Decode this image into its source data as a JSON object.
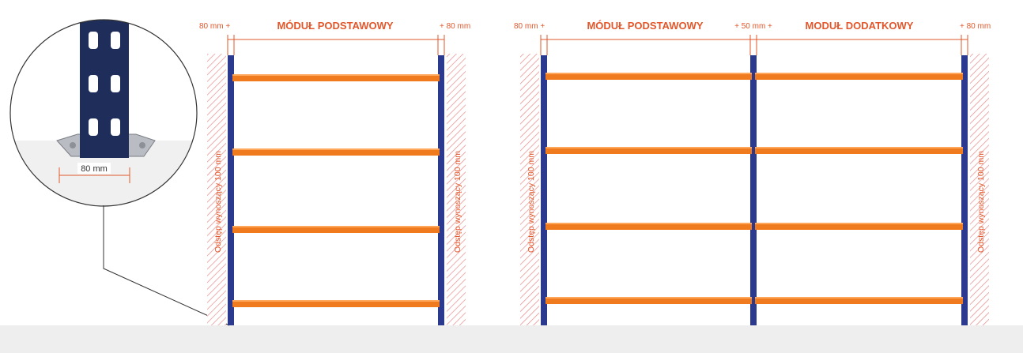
{
  "colors": {
    "accent": "#e2572b",
    "upright": "#2b3a8f",
    "beam": "#f07a1e",
    "floor": "#eeeeee",
    "hatch": "#e03b3b"
  },
  "detail": {
    "dimension_label": "80 mm"
  },
  "left_rack": {
    "dim_left": "80 mm +",
    "module_label": "MÓDUŁ PODSTAWOWY",
    "dim_right": "+ 80 mm",
    "clearance_left": "Odstęp wynoszący 100 mm",
    "clearance_right": "Odstęp wynoszący 100 mm"
  },
  "right_rack": {
    "dim_left": "80 mm +",
    "module_label_1": "MÓDUŁ PODSTAWOWY",
    "dim_mid": "+ 50 mm +",
    "module_label_2": "MODUŁ DODATKOWY",
    "dim_right": "+ 80 mm",
    "clearance_left": "Odstęp wynoszący 100 mm",
    "clearance_right": "Odstęp wynoszący 100 mm"
  }
}
